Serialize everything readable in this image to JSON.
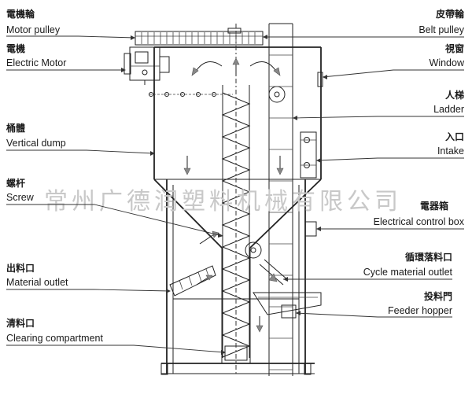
{
  "watermark": "常州广德润塑料机械有限公司",
  "labels_left": [
    {
      "zh": "電機輪",
      "en": "Motor pulley"
    },
    {
      "zh": "電機",
      "en": "Electric Motor"
    },
    {
      "zh": "桶體",
      "en": "Vertical dump"
    },
    {
      "zh": "螺杆",
      "en": "Screw"
    },
    {
      "zh": "出料口",
      "en": "Material outlet"
    },
    {
      "zh": "清料口",
      "en": "Clearing compartment"
    }
  ],
  "labels_right": [
    {
      "zh": "皮帶輪",
      "en": "Belt pulley"
    },
    {
      "zh": "視窗",
      "en": "Window"
    },
    {
      "zh": "人梯",
      "en": "Ladder"
    },
    {
      "zh": "入口",
      "en": "Intake"
    },
    {
      "zh": "電器箱",
      "en": "Electrical control box"
    },
    {
      "zh": "循環落料口",
      "en": "Cycle material outlet"
    },
    {
      "zh": "投料門",
      "en": "Feeder hopper"
    }
  ]
}
